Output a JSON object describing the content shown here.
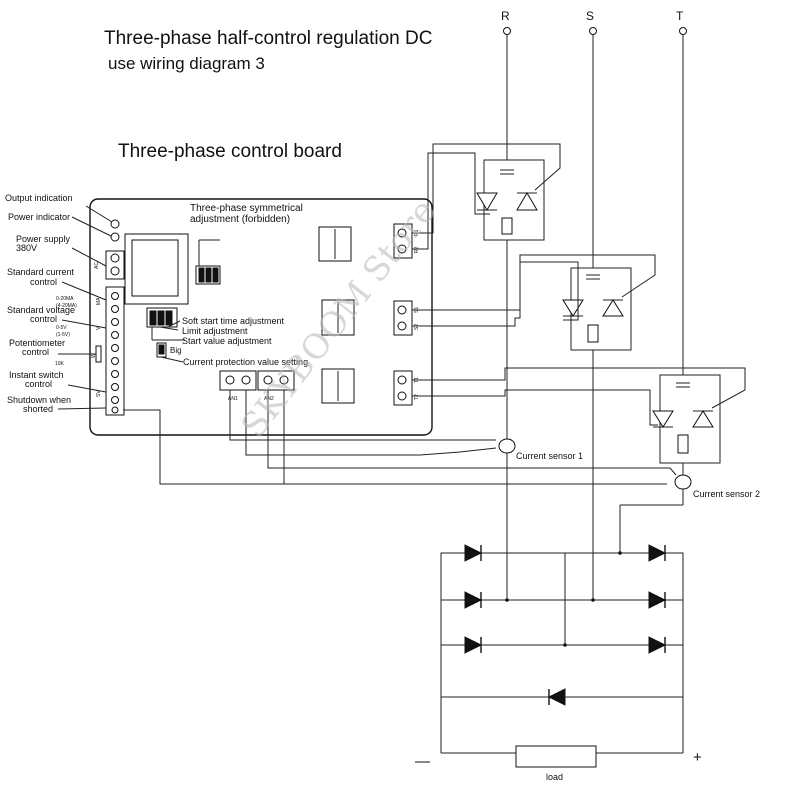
{
  "title_line1": "Three-phase half-control regulation DC",
  "title_line2": "use wiring diagram 3",
  "board_title": "Three-phase control board",
  "phases": [
    "R",
    "S",
    "T"
  ],
  "left_labels": {
    "output_indication": "Output indication",
    "power_indicator": "Power indicator",
    "power_supply": "Power supply",
    "power_supply_v": "380V",
    "standard_current": "Standard current",
    "standard_current_2": "control",
    "standard_voltage": "Standard voltage",
    "standard_voltage_2": "control",
    "potentiometer": "Potentiometer",
    "potentiometer_2": "control",
    "instant_switch": "Instant switch",
    "instant_switch_2": "control",
    "shutdown": "Shutdown when",
    "shutdown_2": "shorted"
  },
  "board_labels": {
    "symmetrical_1": "Three-phase symmetrical",
    "symmetrical_2": "adjustment (forbidden)",
    "soft_start": "Soft start time adjustment",
    "limit_adj": "Limit adjustment",
    "start_value": "Start value adjustment",
    "big": "Big",
    "current_protection": "Current protection value setting",
    "ma_range_1": "0-20MA",
    "ma_range_2": "(4-20MA)",
    "v_range_1": "0-5V",
    "v_range_2": "(1-5V)",
    "pot_value": "10K",
    "term_ac": "AC",
    "term_ma": "MA",
    "term_v": "V",
    "term_w": "W",
    "term_sv": "SV",
    "term_an1": "AN1",
    "term_an2": "AN2",
    "term_r1": "R1",
    "term_r2": "R2",
    "term_s1": "S1",
    "term_s2": "S2",
    "term_t1": "T1",
    "term_t2": "T2"
  },
  "current_sensor_1": "Current sensor 1",
  "current_sensor_2": "Current sensor 2",
  "load_label": "load",
  "minus_sign": "—",
  "plus_sign": "+",
  "watermark": "SKYBOOM Store"
}
